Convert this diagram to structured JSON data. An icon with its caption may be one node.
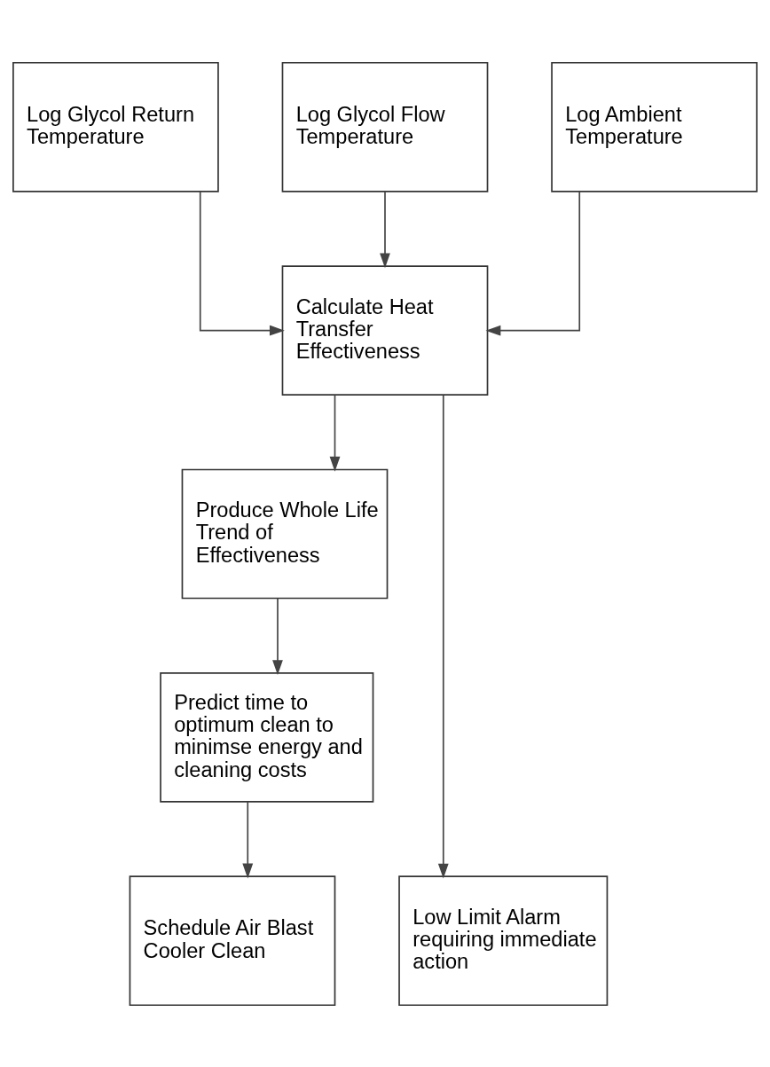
{
  "diagram": {
    "nodes": [
      {
        "text": [
          "Log Glycol Return Temperature"
        ]
      },
      {
        "text": [
          "Log Glycol Flow Temperature"
        ]
      },
      {
        "text": [
          "Log Ambient Temperature"
        ]
      },
      {
        "text": [
          "Calculate Heat Transfer Effectiveness"
        ]
      },
      {
        "text": [
          "Produce Whole Life Trend of Effectiveness"
        ]
      },
      {
        "text": [
          "Predict time to optimum clean to minimse energy and cleaning costs"
        ]
      },
      {
        "text": [
          "Schedule Air Blast Cooler Clean"
        ]
      },
      {
        "text": [
          "Low Limit Alarm requiring immediate action"
        ]
      }
    ],
    "edges": [
      {
        "from": 0,
        "to": 3,
        "arrow": "to"
      },
      {
        "from": 1,
        "to": 3,
        "arrow": "to"
      },
      {
        "from": 2,
        "to": 3,
        "arrow": "to"
      },
      {
        "from": 3,
        "to": 4,
        "arrow": "to"
      },
      {
        "from": 3,
        "to": 7,
        "arrow": "to"
      },
      {
        "from": 4,
        "to": 5,
        "arrow": "to"
      },
      {
        "from": 5,
        "to": 6,
        "arrow": "to"
      }
    ]
  }
}
